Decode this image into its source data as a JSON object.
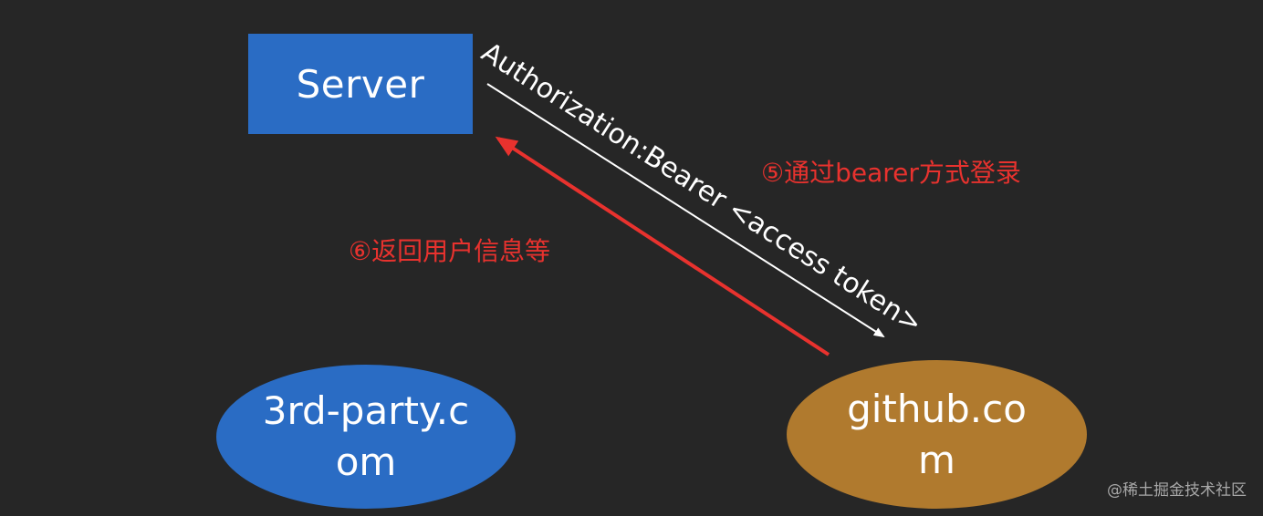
{
  "nodes": {
    "server": "Server",
    "third_party": "3rd-party.com",
    "github": "github.com"
  },
  "edges": {
    "request_label": "Authorization:Bearer <access token>",
    "step5_label": "⑤通过bearer方式登录",
    "step6_label": "⑥返回用户信息等"
  },
  "watermark": "@稀土掘金技术社区",
  "colors": {
    "background": "#262626",
    "blue_node": "#2a6cc4",
    "orange_node": "#b07a2e",
    "red_arrow": "#e8322e",
    "white_arrow": "#ffffff"
  }
}
